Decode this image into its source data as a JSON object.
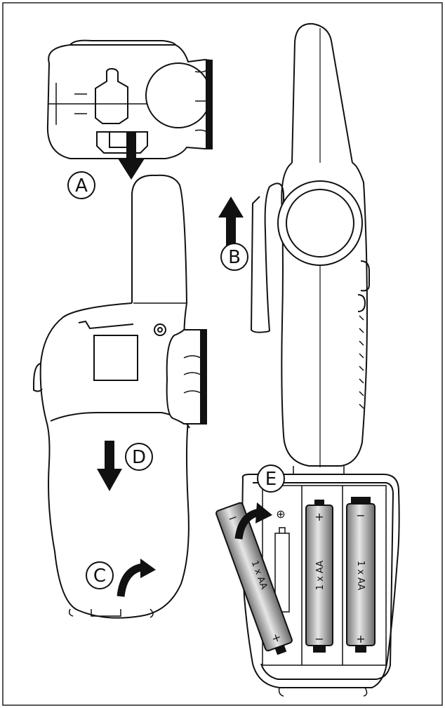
{
  "labels": {
    "a": "A",
    "b": "B",
    "c": "C",
    "d": "D",
    "e": "E"
  },
  "batteries": [
    {
      "label": "1 x AA",
      "plus": "+",
      "minus": "−"
    },
    {
      "label": "1 x AA",
      "plus": "+",
      "minus": "−"
    },
    {
      "label": "1 x AA",
      "plus": "+",
      "minus": "−"
    }
  ],
  "polarity_symbol": "⊕"
}
